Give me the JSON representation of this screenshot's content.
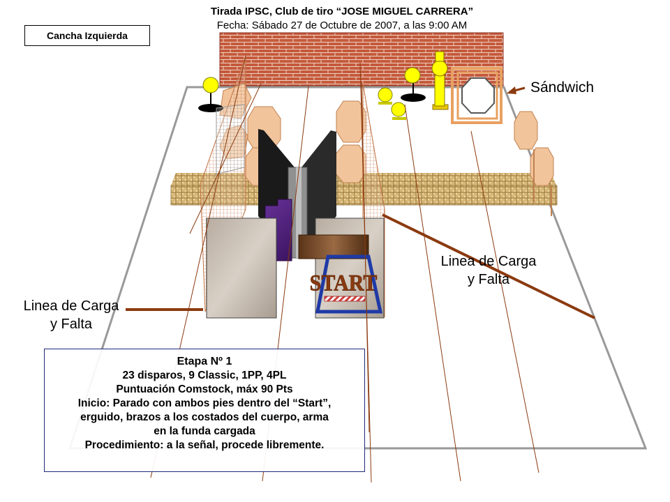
{
  "header": {
    "title": "Tirada IPSC, Club de tiro “JOSE MIGUEL CARRERA”",
    "date": "Fecha: Sábado 27 de Octubre de 2007, a las 9:00 AM"
  },
  "field_label": "Cancha Izquierda",
  "callouts": {
    "sandwich": "Sándwich",
    "fault_line_left": [
      "Linea de Carga",
      "y Falta"
    ],
    "fault_line_right": [
      "Linea de Carga",
      "y Falta"
    ]
  },
  "start_box_label": "START",
  "stage_info": {
    "title": "Etapa Nº 1",
    "lines": [
      "23 disparos, 9 Classic, 1PP, 4PL",
      "Puntuación Comstock, máx 90 Pts",
      "Inicio: Parado con ambos pies dentro del “Start”,",
      "erguido, brazos a los costados del cuerpo, arma",
      "en la funda cargada",
      "Procedimiento: a la señal, procede libremente."
    ]
  },
  "colors": {
    "brick": "#c0504d",
    "target_tan": "#f2c49b",
    "popper_yellow": "#ffff00",
    "fault_line": "#8b3a0f",
    "start_box_blue": "#1f3aa6",
    "wall_purple": "#5b2a86",
    "info_border": "#1f2a7a"
  }
}
